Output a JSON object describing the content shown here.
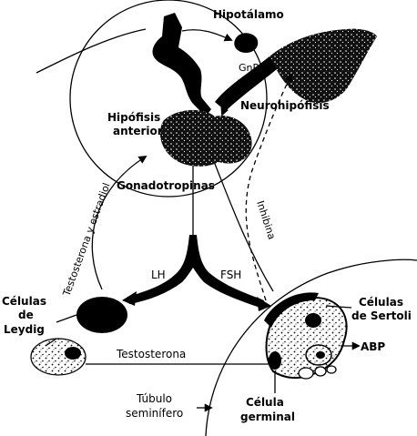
{
  "labels": {
    "hipotalamo": "Hipotálamo",
    "gnrh": "GnRH",
    "neurohipofisis": "Neurohipófisis",
    "hipofisis_line1": "Hipófisis",
    "hipofisis_line2": "anterior",
    "gonadotropinas": "Gonadotropinas",
    "testosterona_estradiol": "Testosterona y estradiol",
    "inhibina": "Inhibina",
    "lh": "LH",
    "fsh": "FSH",
    "leydig_line1": "Células",
    "leydig_line2": "de",
    "leydig_line3": "Leydig",
    "sertoli_line1": "Células",
    "sertoli_line2": "de Sertoli",
    "abp": "ABP",
    "testosterona": "Testosterona",
    "tubulo_line1": "Túbulo",
    "tubulo_line2": "seminífero",
    "germinal_line1": "Célula",
    "germinal_line2": "germinal"
  }
}
